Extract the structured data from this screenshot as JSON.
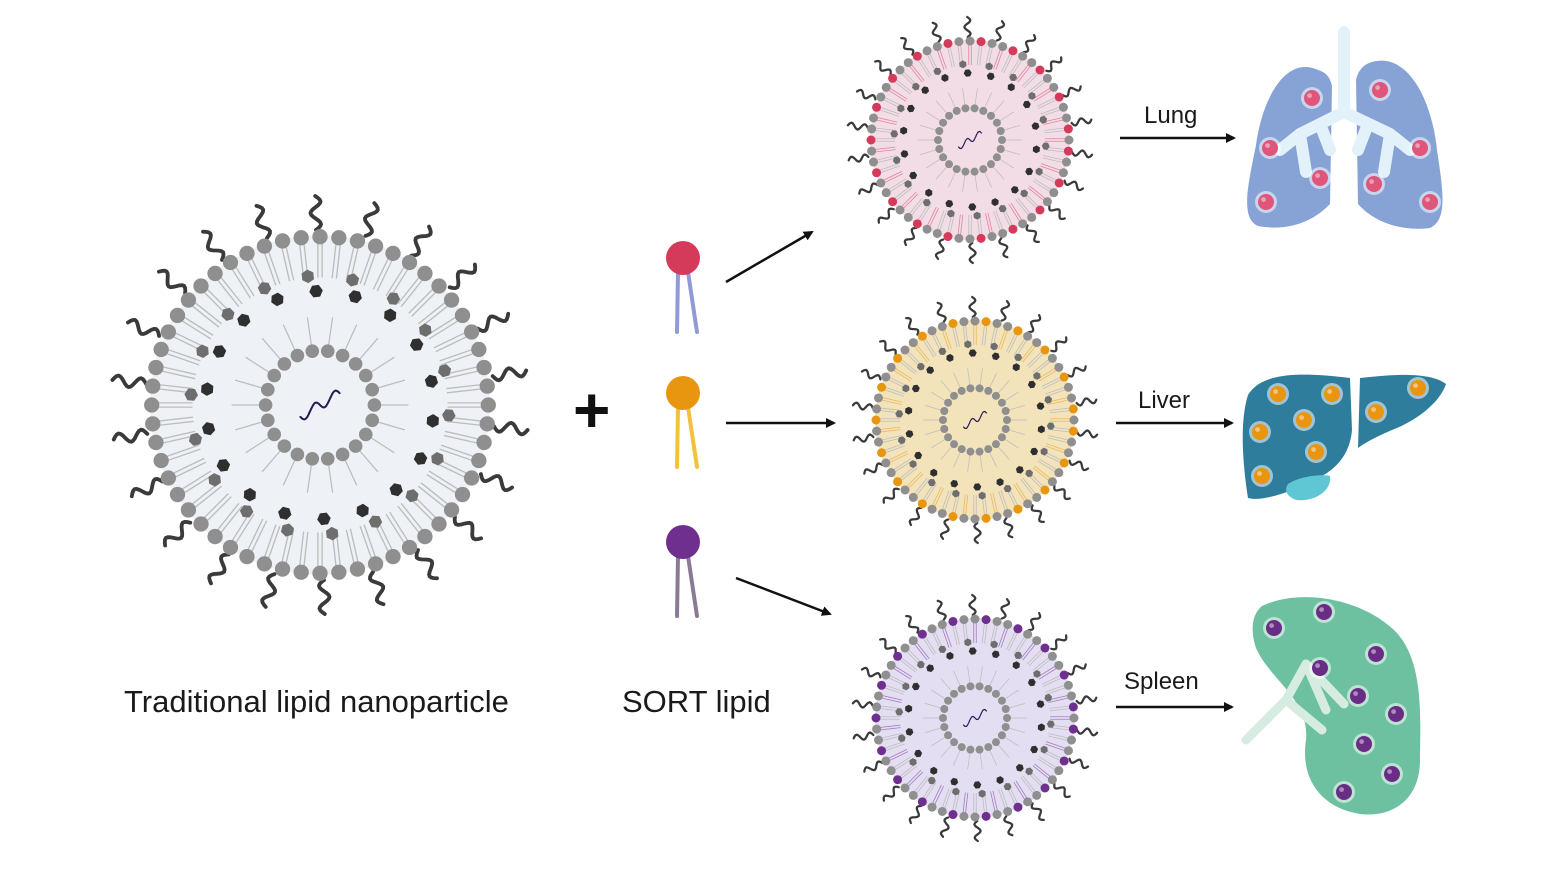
{
  "captions": {
    "traditional": "Traditional lipid nanoparticle",
    "sort": "SORT lipid"
  },
  "organs": [
    {
      "name": "lung-diagram",
      "label": "Lung",
      "sort_color": "#d63a5b",
      "fill": "#f2dde6",
      "organ_color": "#87a3d6",
      "dot_color": "#e0557a"
    },
    {
      "name": "liver-diagram",
      "label": "Liver",
      "sort_color": "#e8950f",
      "fill": "#f2e3bb",
      "organ_color": "#2f7d9c",
      "dot_color": "#e9950f"
    },
    {
      "name": "spleen-diagram",
      "label": "Spleen",
      "sort_color": "#6f2f8f",
      "fill": "#e4def2",
      "organ_color": "#6dc1a0",
      "dot_color": "#6a2d86"
    }
  ],
  "colors": {
    "lnp_fill": "#eef2f7",
    "head_gray": "#8f8f8f",
    "tail_gray": "#bdbdbd",
    "peg_dark": "#3a3a3a",
    "chol_dark": "#2f2f2f",
    "rna": "#2a1a55"
  },
  "symbols": {
    "plus": "+"
  }
}
